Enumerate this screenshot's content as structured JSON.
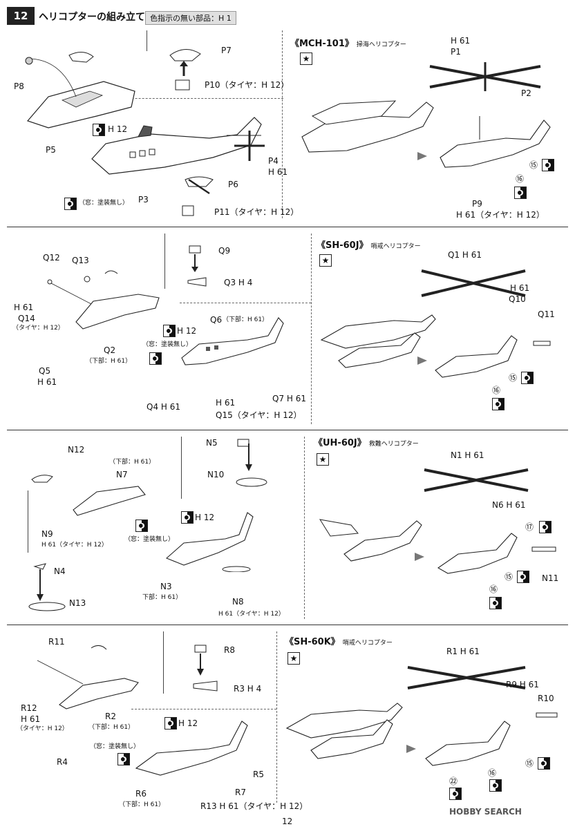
{
  "header": {
    "step": "12",
    "title": "ヘリコプターの組み立て",
    "note": "色指示の無い部品：H 1"
  },
  "common_labels": {
    "tire": "（タイヤ：H 12）",
    "window": "（窓：塗装無し）",
    "h12": "H 12",
    "h61": "H 61"
  },
  "mch101": {
    "title": "《MCH-101》",
    "subtitle": "掃海ヘリコプター",
    "labels": [
      "P8",
      "P5",
      "P7",
      "P10",
      "P4",
      "H 61",
      "P6",
      "P11",
      "P3",
      "H 61",
      "P1",
      "P2",
      "P9",
      "H 61"
    ],
    "p10_full": "P10（タイヤ：H 12）",
    "p11_full": "P11（タイヤ：H 12）",
    "p9_sub": "H 61（タイヤ：H 12）",
    "n15": "⑮",
    "n16": "⑯"
  },
  "sh60j": {
    "title": "《SH-60J》",
    "subtitle": "哨戒ヘリコプター",
    "q12": "Q12",
    "q13": "Q13",
    "q9": "Q9",
    "q3": "Q3 H 4",
    "q14": "Q14",
    "q14_h": "H 61",
    "q14_t": "（タイヤ：H 12）",
    "q2": "Q2",
    "q2_sub": "（下部：H 61）",
    "q5": "Q5",
    "q5_h": "H 61",
    "q6": "Q6",
    "q6_sub": "（下部：H 61）",
    "q4": "Q4 H 61",
    "q15h": "H 61",
    "q15": "Q15（タイヤ：H 12）",
    "q7": "Q7 H 61",
    "q1": "Q1 H 61",
    "q10h": "H 61",
    "q10": "Q10",
    "q11": "Q11",
    "n15": "⑮",
    "n16": "⑯"
  },
  "uh60j": {
    "title": "《UH-60J》",
    "subtitle": "救難ヘリコプター",
    "n12": "N12",
    "n7_sub": "（下部：H 61）",
    "n7": "N7",
    "n9": "N9",
    "n9_sub": "H 61（タイヤ：H 12）",
    "n5": "N5",
    "n10": "N10",
    "n4": "N4",
    "n13": "N13",
    "n3": "N3",
    "n3_sub": "下部：H 61）",
    "n8": "N8",
    "n8_sub": "H 61（タイヤ：H 12）",
    "n1": "N1 H 61",
    "n6": "N6 H 61",
    "n11": "N11",
    "n17": "⑰",
    "n15": "⑮",
    "n16": "⑯"
  },
  "sh60k": {
    "title": "《SH-60K》",
    "subtitle": "哨戒ヘリコプター",
    "r11": "R11",
    "r8": "R8",
    "r3": "R3 H 4",
    "r12": "R12",
    "r12_h": "H 61",
    "r12_t": "（タイヤ：H 12）",
    "r2": "R2",
    "r2_sub": "（下部：H 61）",
    "r4": "R4",
    "r5": "R5",
    "r7": "R7",
    "r6": "R6",
    "r6_sub": "（下部：H 61）",
    "r13": "R13 H 61（タイヤ：H 12）",
    "r1": "R1 H 61",
    "r9": "R9 H 61",
    "r10": "R10",
    "n22": "㉒",
    "n16": "⑯",
    "n15": "⑮"
  },
  "footer": {
    "page": "12",
    "watermark": "HOBBY SEARCH"
  }
}
